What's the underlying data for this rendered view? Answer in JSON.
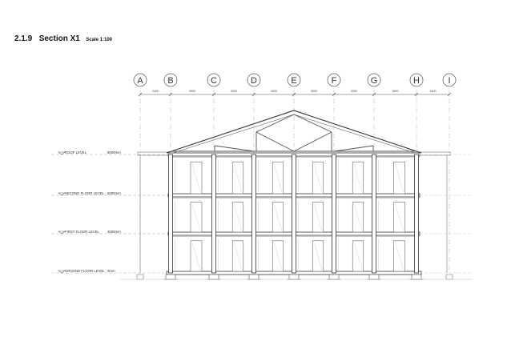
{
  "heading": {
    "number": "2.1.9",
    "title": "Section X1",
    "scale": "Scale 1:100"
  },
  "grid": {
    "labels": [
      "A",
      "B",
      "C",
      "D",
      "E",
      "F",
      "G",
      "H",
      "I"
    ],
    "spacings": [
      "2400",
      "3600",
      "3000",
      "3000",
      "3000",
      "3000",
      "3600",
      "2400"
    ]
  },
  "levels": [
    {
      "name": "ROOF LEVEL",
      "value": "9000mm"
    },
    {
      "name": "SECOND FLOOR LEVEL",
      "value": "6000mm"
    },
    {
      "name": "FIRST FLOOR LEVEL",
      "value": "3000mm"
    },
    {
      "name": "GROUND FLOOR LEVEL",
      "value": "0mm"
    }
  ]
}
